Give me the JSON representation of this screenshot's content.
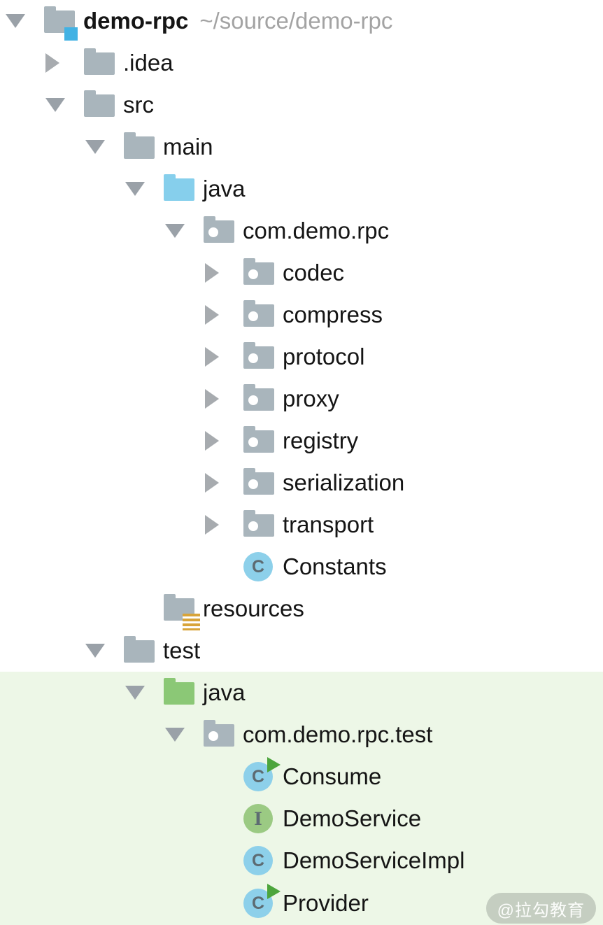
{
  "tree": {
    "rows": [
      {
        "label": "demo-rpc",
        "path": "~/source/demo-rpc",
        "level": 0,
        "state": "expanded",
        "icon": "project-folder-icon",
        "highlighted": false
      },
      {
        "label": ".idea",
        "level": 1,
        "state": "collapsed",
        "icon": "folder-icon",
        "highlighted": false
      },
      {
        "label": "src",
        "level": 1,
        "state": "expanded",
        "icon": "folder-icon",
        "highlighted": false
      },
      {
        "label": "main",
        "level": 2,
        "state": "expanded",
        "icon": "folder-icon",
        "highlighted": false
      },
      {
        "label": "java",
        "level": 3,
        "state": "expanded",
        "icon": "source-folder-icon",
        "highlighted": false
      },
      {
        "label": "com.demo.rpc",
        "level": 4,
        "state": "expanded",
        "icon": "package-icon",
        "highlighted": false
      },
      {
        "label": "codec",
        "level": 5,
        "state": "collapsed",
        "icon": "package-icon",
        "highlighted": false
      },
      {
        "label": "compress",
        "level": 5,
        "state": "collapsed",
        "icon": "package-icon",
        "highlighted": false
      },
      {
        "label": "protocol",
        "level": 5,
        "state": "collapsed",
        "icon": "package-icon",
        "highlighted": false
      },
      {
        "label": "proxy",
        "level": 5,
        "state": "collapsed",
        "icon": "package-icon",
        "highlighted": false
      },
      {
        "label": "registry",
        "level": 5,
        "state": "collapsed",
        "icon": "package-icon",
        "highlighted": false
      },
      {
        "label": "serialization",
        "level": 5,
        "state": "collapsed",
        "icon": "package-icon",
        "highlighted": false
      },
      {
        "label": "transport",
        "level": 5,
        "state": "collapsed",
        "icon": "package-icon",
        "highlighted": false
      },
      {
        "label": "Constants",
        "level": 5,
        "state": "none",
        "icon": "class-icon",
        "highlighted": false
      },
      {
        "label": "resources",
        "level": 3,
        "state": "none",
        "icon": "resources-folder-icon",
        "highlighted": false
      },
      {
        "label": "test",
        "level": 2,
        "state": "expanded",
        "icon": "folder-icon",
        "highlighted": false
      },
      {
        "label": "java",
        "level": 3,
        "state": "expanded",
        "icon": "test-source-folder-icon",
        "highlighted": true
      },
      {
        "label": "com.demo.rpc.test",
        "level": 4,
        "state": "expanded",
        "icon": "package-icon",
        "highlighted": true
      },
      {
        "label": "Consume",
        "level": 5,
        "state": "none",
        "icon": "runnable-class-icon",
        "highlighted": true
      },
      {
        "label": "DemoService",
        "level": 5,
        "state": "none",
        "icon": "interface-icon",
        "highlighted": true
      },
      {
        "label": "DemoServiceImpl",
        "level": 5,
        "state": "none",
        "icon": "class-icon",
        "highlighted": true
      },
      {
        "label": "Provider",
        "level": 5,
        "state": "none",
        "icon": "runnable-class-icon",
        "highlighted": true
      }
    ],
    "class_icon_letter": "C",
    "interface_icon_letter": "I"
  },
  "watermark": {
    "text": "@拉勾教育"
  },
  "colors": {
    "background": "#ffffff",
    "test_highlight_background": "#edf7e7",
    "folder_gray": "#a9b5bc",
    "source_folder_blue": "#86cfec",
    "test_folder_green": "#8bc876",
    "class_circle_blue": "#8dd0ea",
    "interface_circle_green": "#9bca83",
    "run_overlay_green": "#4ca53c",
    "module_badge_blue": "#41b2e4",
    "resources_badge_gold": "#d8a43a",
    "label_text": "#151515",
    "path_text": "#a3a3a3"
  }
}
